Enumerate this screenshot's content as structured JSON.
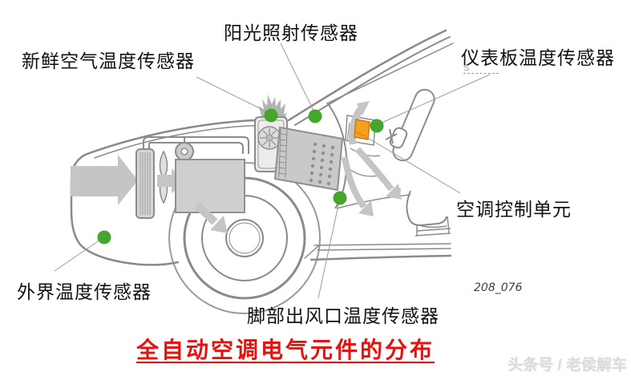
{
  "labels": {
    "fresh_air_sensor": "新鲜空气温度传感器",
    "sunlight_sensor": "阳光照射传感器",
    "dash_sensor": "仪表板温度传感器",
    "dash_sensor_remnant": "S",
    "control_unit": "空调控制单元",
    "outside_sensor": "外界温度传感器",
    "footwell_sensor": "脚部出风口温度传感器"
  },
  "figure": {
    "number": "208_076",
    "title": "全自动空调电气元件的分布",
    "watermark": "头条号 / 老侯解车"
  },
  "colors": {
    "sensor_dot_green": "#44a62c",
    "control_unit_orange": "#f6a01e",
    "control_unit_border": "#c8791b",
    "title_red": "#e8110d",
    "outline_gray": "#8a8a8a",
    "arrow_gray": "#c5c5c5",
    "fill_gray": "#cfcfcf",
    "leader_gray": "#9c9c9c",
    "watermark_gray": "#dbdbdb"
  }
}
